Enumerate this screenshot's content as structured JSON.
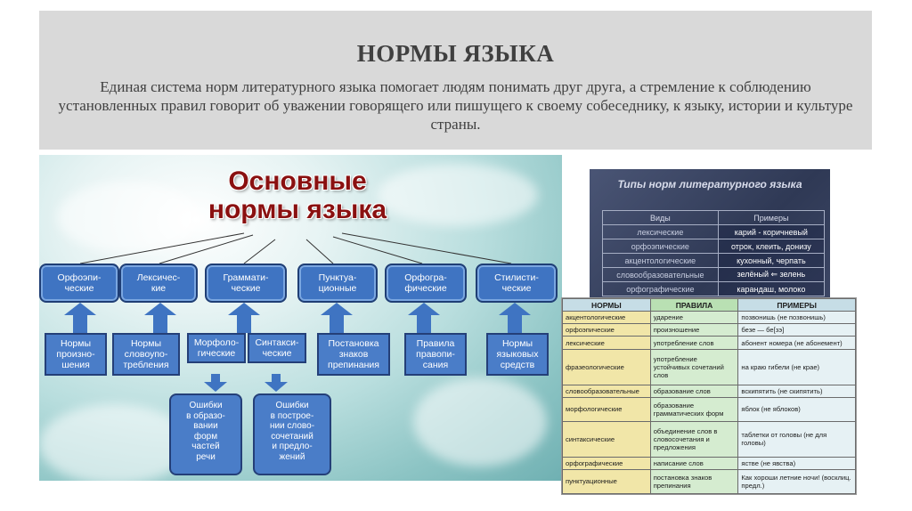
{
  "header": {
    "title": "НОРМЫ ЯЗЫКА",
    "subtitle": "Единая система норм литературного языка помогает людям понимать друг друга, а стремление к соблюдению установленных правил говорит об уважении говорящего или пишущего к своему собеседнику, к языку, истории и культуре страны."
  },
  "diagram": {
    "title": "Основные нормы языка",
    "top_boxes": [
      "Орфоэпи-\nческие",
      "Лексичес-\nкие",
      "Граммати-\nческие",
      "Пунктуа-\nционные",
      "Орфогра-\nфические",
      "Стилисти-\nческие"
    ],
    "bottom_boxes": [
      "Нормы\nпроизно-\nшения",
      "Нормы\nсловоупо-\nтребления",
      "Морфоло-\nгические",
      "Синтакси-\nческие",
      "Постановка\nзнаков\nпрепинания",
      "Правила\nправопи-\nсания",
      "Нормы\nязыковых\nсредств"
    ],
    "scrolls": [
      "Ошибки\nв образо-\nвании\nформ\nчастей\nречи",
      "Ошибки\nв построе-\nнии слово-\nсочетаний\nи предло-\nжений"
    ]
  },
  "types_table": {
    "title": "Типы норм литературного языка",
    "headers": [
      "Виды",
      "Примеры"
    ],
    "rows": [
      [
        "лексические",
        "карий - коричневый"
      ],
      [
        "орфоэпические",
        "отрок, клеить, донизу"
      ],
      [
        "акцентологические",
        "кухонный, черпать"
      ],
      [
        "словообразовательные",
        "зелёный ⇐ зелень"
      ],
      [
        "орфографические",
        "карандаш, молоко"
      ]
    ]
  },
  "norms_table": {
    "headers": [
      "НОРМЫ",
      "ПРАВИЛА",
      "ПРИМЕРЫ"
    ],
    "rows": [
      [
        "акцентологические",
        "ударение",
        "позвонишь (не позвонишь)"
      ],
      [
        "орфоэпические",
        "произношение",
        "безе — бе[зэ]"
      ],
      [
        "лексические",
        "употребление слов",
        "абонент номера (не абонемент)"
      ],
      [
        "фразеологические",
        "употребление устойчивых сочетаний слов",
        "на краю гибели (не крае)"
      ],
      [
        "словообразовательные",
        "образование слов",
        "вскипятить (не скипятить)"
      ],
      [
        "морфологические",
        "образование грамматических форм",
        "яблок (не яблоков)"
      ],
      [
        "синтаксические",
        "объединение слов в словосочетания и предложения",
        "таблетки от головы (не для головы)"
      ],
      [
        "орфографические",
        "написание слов",
        "ястве (не явства)"
      ],
      [
        "пунктуационные",
        "постановка знаков препинания",
        "Как хороши летние ночи! (восклиц. предл.)"
      ]
    ]
  },
  "colors": {
    "header_bg": "#d9d9d9",
    "box_blue": "#3f74c2",
    "diagram_title": "#8a1010"
  }
}
